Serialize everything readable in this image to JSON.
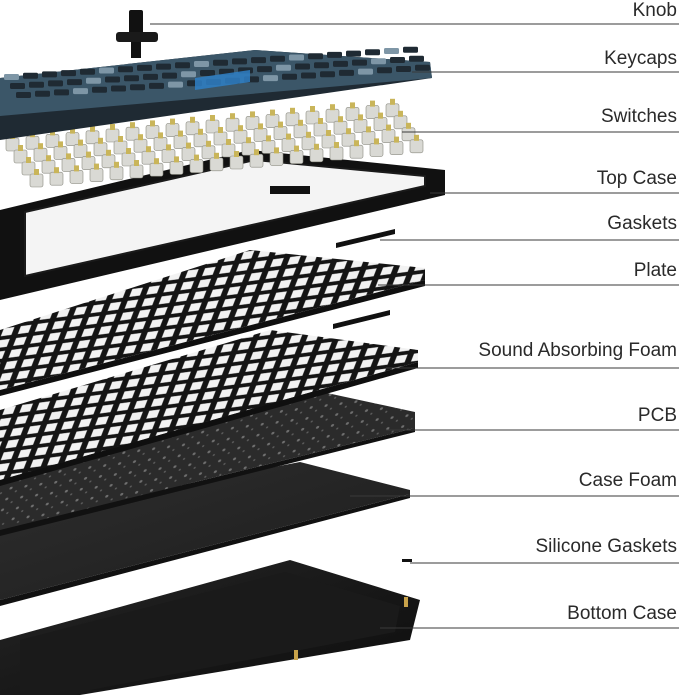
{
  "labels": [
    {
      "id": "knob",
      "text": "Knob"
    },
    {
      "id": "keycaps",
      "text": "Keycaps"
    },
    {
      "id": "switches",
      "text": "Switches"
    },
    {
      "id": "top-case",
      "text": "Top Case"
    },
    {
      "id": "gaskets",
      "text": "Gaskets"
    },
    {
      "id": "plate",
      "text": "Plate"
    },
    {
      "id": "sound-absorbing-foam",
      "text": "Sound Absorbing Foam"
    },
    {
      "id": "pcb",
      "text": "PCB"
    },
    {
      "id": "case-foam",
      "text": "Case Foam"
    },
    {
      "id": "silicone-gaskets",
      "text": "Silicone Gaskets"
    },
    {
      "id": "bottom-case",
      "text": "Bottom Case"
    }
  ],
  "colors": {
    "keycap_dark": "#1f2a33",
    "keycap_blue": "#3b5668",
    "keycap_light": "#7e96a6",
    "accent_blue": "#2f7fc6",
    "switch_yellow": "#c9b55a",
    "switch_clear": "#d9d9d4",
    "metal_black": "#111111",
    "foam_dark": "#262626",
    "pcb_dark": "#2b2b2b",
    "label_text": "#2a2a2a"
  }
}
